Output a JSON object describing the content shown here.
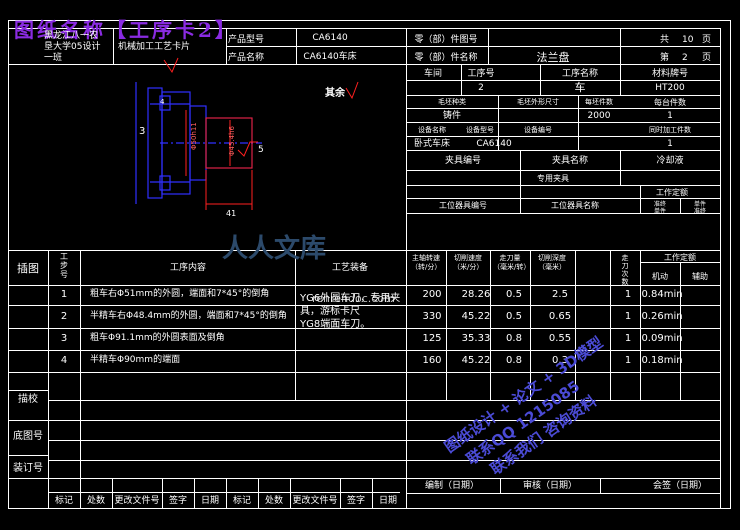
{
  "title": "图纸名称【工序卡2】",
  "header": {
    "school": [
      "黑龙江八一农",
      "垦大学05设计",
      "一班"
    ],
    "card_title": "机械加工工艺卡片",
    "product_model_label": "产品型号",
    "product_model": "CA6140",
    "product_name_label": "产品名称",
    "product_name": "CA6140车床",
    "part_number_label": "零（部）件图号",
    "part_name_label": "零（部）件名称",
    "part_name": "法兰盘",
    "total_pages_label": "共",
    "total_pages": "10",
    "page_unit": "页",
    "page_label": "第",
    "page_no": "2",
    "page_unit2": "页"
  },
  "info": {
    "h_workshop": "车间",
    "h_op_no": "工序号",
    "h_op_name": "工序名称",
    "h_material": "材料牌号",
    "op_no": "2",
    "op_name": "车",
    "material": "HT200",
    "h_blank_type": "毛坯种类",
    "h_blank_dim": "毛坯外形尺寸",
    "h_blank_qty": "每坯件数",
    "h_per_unit": "每台件数",
    "blank_type": "铸件",
    "blank_qty": "2000",
    "per_unit": "1",
    "h_equip_name": "设备名称",
    "h_equip_model": "设备型号",
    "h_equip_no": "设备编号",
    "h_concurrent": "同时加工件数",
    "equip_name": "卧式车床",
    "equip_model": "CA6140",
    "concurrent": "1",
    "h_fixture_no": "夹具编号",
    "h_fixture_name": "夹具名称",
    "h_coolant": "冷却液",
    "fixture_name": "专用夹具",
    "h_time_quota": "工作定额",
    "h_station_tool_no": "工位器具编号",
    "h_station_tool_name": "工位器具名称",
    "h_prep_end": "准终",
    "h_unit_time": "单件",
    "h_single_prep": "单件",
    "h_prep_end2": "准终"
  },
  "drawing": {
    "remaining": "其余",
    "dim_dia1": "Φ50h11",
    "dim_dia2": "Φ45.4h6",
    "dim_len": "41",
    "dim_3": "3",
    "dim_5": "5",
    "dim_4": "4"
  },
  "ops_header": {
    "sketch": "插图",
    "step_no": "工步号",
    "content": "工序内容",
    "equipment": "工艺装备",
    "speed": "主轴转速（转/分）",
    "cut_speed": "切削速度（米/分）",
    "feed": "走刀量（毫米/转）",
    "depth": "切削深度（毫米）",
    "passes": "走刀次数",
    "time_quota": "工作定额",
    "machine_time": "机动",
    "aux_time": "辅助"
  },
  "equipment_text": [
    "YG6外圆车刀，专用夹",
    "具，游标卡尺",
    "YG8端面车刀。"
  ],
  "ops": [
    {
      "no": "1",
      "content": "粗车右Φ51mm的外圆，端面和7*45°的倒角",
      "speed": "200",
      "cut_speed": "28.26",
      "feed": "0.5",
      "depth": "2.5",
      "passes": "1",
      "time": "0.84min"
    },
    {
      "no": "2",
      "content": "半精车右Φ48.4mm的外圆，端面和7*45°的倒角",
      "speed": "330",
      "cut_speed": "45.22",
      "feed": "0.5",
      "depth": "0.65",
      "passes": "1",
      "time": "0.26min"
    },
    {
      "no": "3",
      "content": "粗车Φ91.1mm的外圆表面及倒角",
      "speed": "125",
      "cut_speed": "35.33",
      "feed": "0.8",
      "depth": "0.55",
      "passes": "1",
      "time": "0.09min"
    },
    {
      "no": "4",
      "content": "半精车Φ90mm的端面",
      "speed": "160",
      "cut_speed": "45.22",
      "feed": "0.8",
      "depth": "0.3",
      "passes": "1",
      "time": "0.18min"
    }
  ],
  "side_labels": {
    "trace": "描校",
    "base_no": "底图号",
    "binding_no": "装订号"
  },
  "signature": {
    "design": "编制（日期）",
    "review": "审核（日期）",
    "countersign": "会签（日期）",
    "mark": "标记",
    "count": "处数",
    "change_doc": "更改文件号",
    "sign": "签字",
    "date": "日期",
    "mark2": "标记",
    "count2": "处数",
    "change_doc2": "更改文件号",
    "sign2": "签字",
    "date2": "日期"
  },
  "watermark": {
    "brand": "人人文库",
    "site": "renrendoc.com",
    "stamp_lines": [
      "图纸设计 + 论文 + 3D模型",
      "联系QQ 1215085",
      "联系我们 咨询资料"
    ]
  },
  "colors": {
    "line": "#ffffff",
    "title": "#8a2be2",
    "drawing_blue": "#3030ff",
    "drawing_red": "#ff2020",
    "stamp": "#4b4bd6"
  }
}
